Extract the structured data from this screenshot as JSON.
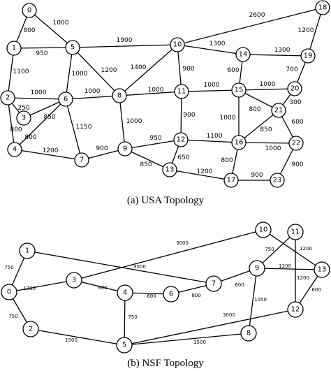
{
  "captions": {
    "usa": "(a) USA Topology",
    "nsf": "(b) NSF Topology"
  },
  "usa": {
    "nodes": [
      "0",
      "1",
      "2",
      "3",
      "4",
      "5",
      "6",
      "7",
      "8",
      "9",
      "10",
      "11",
      "12",
      "13",
      "14",
      "15",
      "16",
      "17",
      "18",
      "19",
      "20",
      "21",
      "22",
      "23"
    ],
    "edges": [
      {
        "from": "0",
        "to": "1",
        "weight": "800"
      },
      {
        "from": "0",
        "to": "5",
        "weight": "1000"
      },
      {
        "from": "1",
        "to": "5",
        "weight": "950"
      },
      {
        "from": "1",
        "to": "2",
        "weight": "1100"
      },
      {
        "from": "2",
        "to": "6",
        "weight": "1000"
      },
      {
        "from": "2",
        "to": "3",
        "weight": "250"
      },
      {
        "from": "2",
        "to": "4",
        "weight": "800"
      },
      {
        "from": "3",
        "to": "6",
        "weight": "850"
      },
      {
        "from": "4",
        "to": "6",
        "weight": "800"
      },
      {
        "from": "4",
        "to": "7",
        "weight": "1200"
      },
      {
        "from": "5",
        "to": "6",
        "weight": "1000"
      },
      {
        "from": "5",
        "to": "8",
        "weight": "1200"
      },
      {
        "from": "5",
        "to": "10",
        "weight": "1900"
      },
      {
        "from": "6",
        "to": "7",
        "weight": "1150"
      },
      {
        "from": "6",
        "to": "8",
        "weight": "1000"
      },
      {
        "from": "7",
        "to": "9",
        "weight": "900"
      },
      {
        "from": "8",
        "to": "10",
        "weight": "1400"
      },
      {
        "from": "8",
        "to": "11",
        "weight": "1000"
      },
      {
        "from": "8",
        "to": "9",
        "weight": "1000"
      },
      {
        "from": "9",
        "to": "12",
        "weight": "950"
      },
      {
        "from": "9",
        "to": "13",
        "weight": "850"
      },
      {
        "from": "10",
        "to": "18",
        "weight": "2600"
      },
      {
        "from": "10",
        "to": "14",
        "weight": "1300"
      },
      {
        "from": "10",
        "to": "11",
        "weight": "900"
      },
      {
        "from": "11",
        "to": "15",
        "weight": "1000"
      },
      {
        "from": "11",
        "to": "12",
        "weight": "900"
      },
      {
        "from": "12",
        "to": "13",
        "weight": "650"
      },
      {
        "from": "12",
        "to": "16",
        "weight": "1100"
      },
      {
        "from": "13",
        "to": "17",
        "weight": "1200"
      },
      {
        "from": "14",
        "to": "19",
        "weight": "1300"
      },
      {
        "from": "14",
        "to": "15",
        "weight": "600"
      },
      {
        "from": "15",
        "to": "20",
        "weight": "1000"
      },
      {
        "from": "15",
        "to": "21",
        "weight": "800"
      },
      {
        "from": "15",
        "to": "16",
        "weight": "1000"
      },
      {
        "from": "16",
        "to": "21",
        "weight": "850"
      },
      {
        "from": "16",
        "to": "22",
        "weight": "1000"
      },
      {
        "from": "16",
        "to": "17",
        "weight": "800"
      },
      {
        "from": "17",
        "to": "23",
        "weight": "900"
      },
      {
        "from": "18",
        "to": "19",
        "weight": "1200"
      },
      {
        "from": "19",
        "to": "20",
        "weight": "700"
      },
      {
        "from": "20",
        "to": "21",
        "weight": "300"
      },
      {
        "from": "21",
        "to": "22",
        "weight": "600"
      },
      {
        "from": "22",
        "to": "23",
        "weight": "900"
      }
    ]
  },
  "nsf": {
    "nodes": [
      "0",
      "1",
      "2",
      "3",
      "4",
      "5",
      "6",
      "7",
      "8",
      "9",
      "10",
      "11",
      "12",
      "13"
    ],
    "edges": [
      {
        "from": "0",
        "to": "1",
        "weight": "750"
      },
      {
        "from": "0",
        "to": "2",
        "weight": "750"
      },
      {
        "from": "0",
        "to": "3",
        "weight": "1200"
      },
      {
        "from": "1",
        "to": "7",
        "weight": "3000"
      },
      {
        "from": "2",
        "to": "5",
        "weight": "1500"
      },
      {
        "from": "3",
        "to": "4",
        "weight": "600"
      },
      {
        "from": "3",
        "to": "10",
        "weight": "3000"
      },
      {
        "from": "4",
        "to": "6",
        "weight": "600"
      },
      {
        "from": "4",
        "to": "5",
        "weight": "750"
      },
      {
        "from": "6",
        "to": "7",
        "weight": "800"
      },
      {
        "from": "7",
        "to": "9",
        "weight": "600"
      },
      {
        "from": "5",
        "to": "8",
        "weight": "1500"
      },
      {
        "from": "5",
        "to": "12",
        "weight": "3000"
      },
      {
        "from": "8",
        "to": "9",
        "weight": "1050"
      },
      {
        "from": "9",
        "to": "11",
        "weight": "750"
      },
      {
        "from": "9",
        "to": "13",
        "weight": "1200"
      },
      {
        "from": "10",
        "to": "13",
        "weight": "1200"
      },
      {
        "from": "11",
        "to": "12",
        "weight": "1200"
      },
      {
        "from": "12",
        "to": "13",
        "weight": "600"
      }
    ]
  }
}
